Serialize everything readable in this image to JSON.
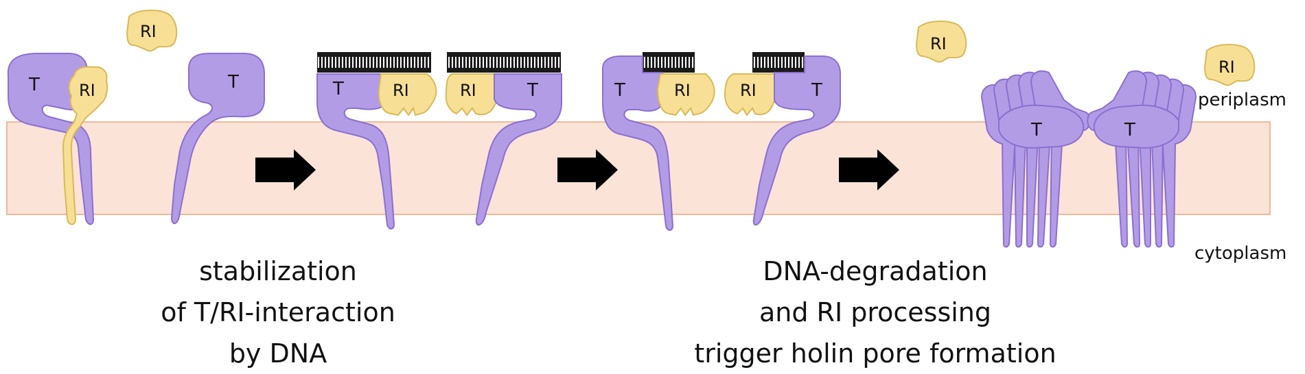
{
  "labels": {
    "t": "T",
    "ri": "RI",
    "periplasm": "periplasm",
    "cytoplasm": "cytoplasm"
  },
  "captions": {
    "stage1": [
      "stabilization",
      "of T/RI-interaction",
      "by DNA"
    ],
    "stage2": [
      "DNA-degradation",
      "and RI processing",
      "trigger holin pore formation"
    ]
  },
  "colors": {
    "holin_t": "#b39ce6",
    "holin_t_stroke": "#8a6fd0",
    "antiholin_ri": "#f7df96",
    "antiholin_ri_stroke": "#d9b955",
    "membrane": "#fbe3d8",
    "membrane_stroke": "#f1b99a",
    "dna": "#1a1a1a",
    "arrow": "#000000"
  },
  "icons": [
    "arrow-right-icon",
    "dna-duplex-icon"
  ]
}
